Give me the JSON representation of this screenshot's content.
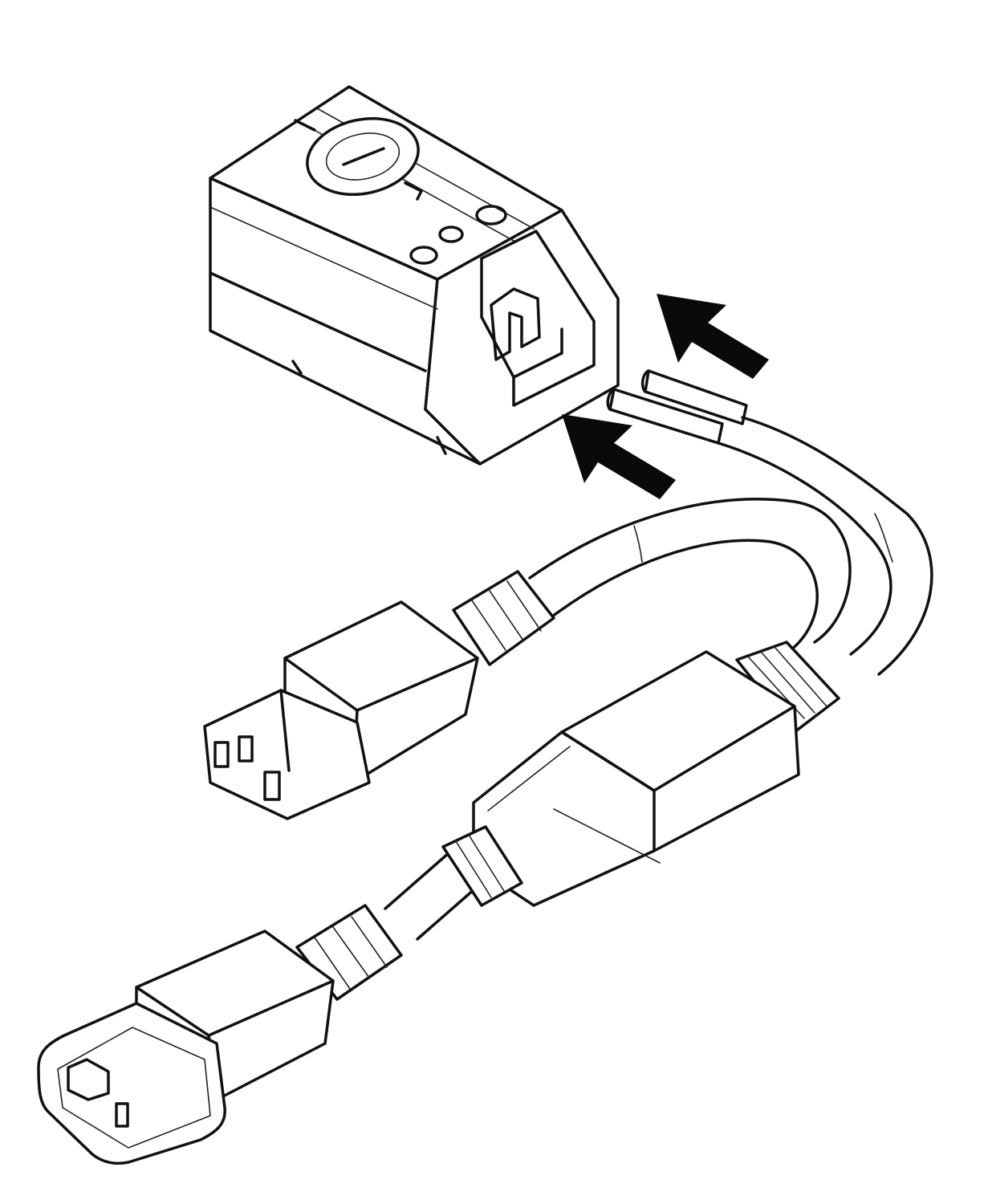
{
  "figure": {
    "ink_color": "#111111",
    "background": "#ffffff",
    "parts": [
      "mains-unit",
      "bare-wire-ends",
      "insertion-arrows",
      "y-splitter",
      "iec-c13-female-connector",
      "iec-c14-male-plug"
    ]
  }
}
